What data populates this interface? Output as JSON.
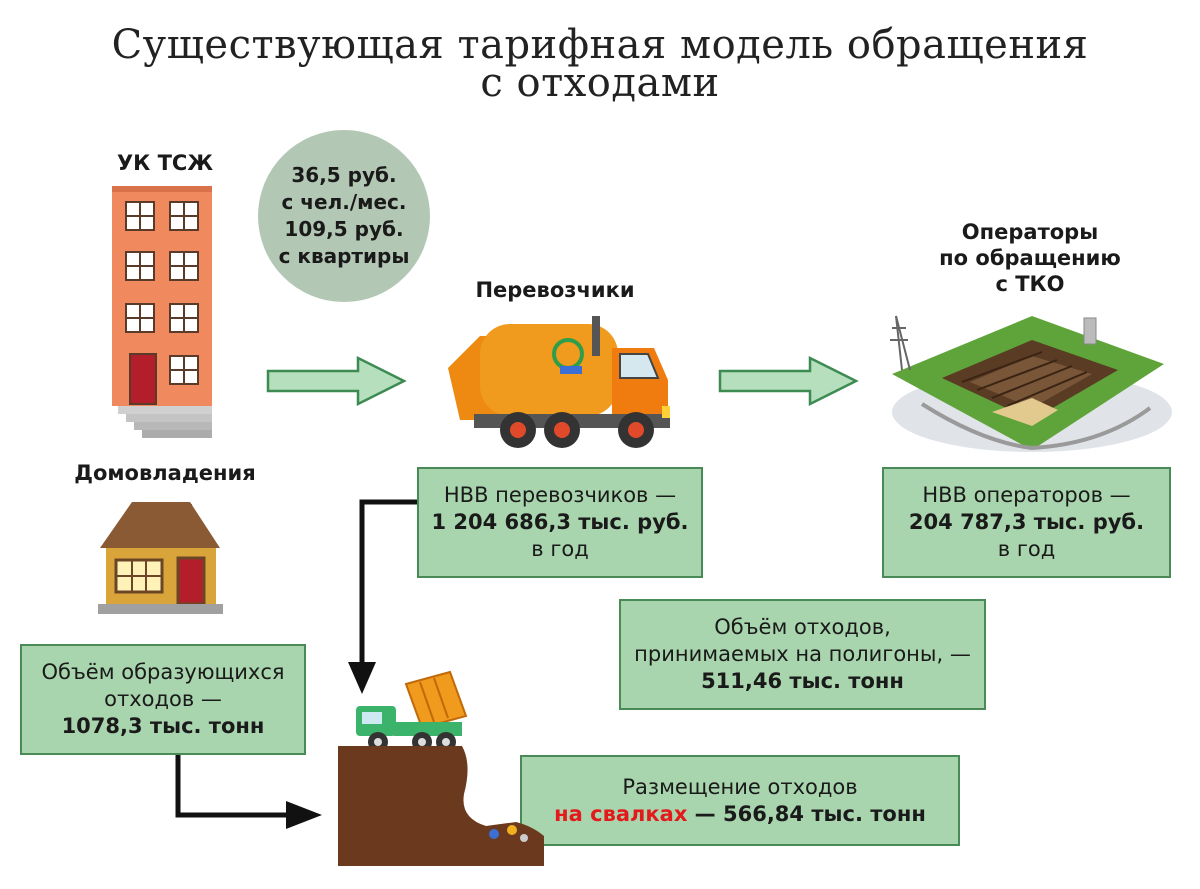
{
  "title": {
    "line1": "Существующая тарифная модель обращения",
    "line2": "с отходами"
  },
  "labels": {
    "uk_tszh": "УК ТСЖ",
    "households": "Домовладения",
    "carriers": "Перевозчики",
    "operators_l1": "Операторы",
    "operators_l2": "по обращению",
    "operators_l3": "с ТКО"
  },
  "tariff_circle": {
    "line1": "36,5 руб.",
    "line2": "с чел./мес.",
    "line3": "109,5 руб.",
    "line4": "с квартиры"
  },
  "carriers_box": {
    "line1": "НВВ перевозчиков —",
    "line2": "1 204 686,3 тыс. руб.",
    "line3": "в год"
  },
  "operators_box": {
    "line1": "НВВ операторов —",
    "line2": "204 787,3 тыс. руб.",
    "line3": "в год"
  },
  "landfill_box": {
    "line1": "Объём отходов,",
    "line2": "принимаемых на полигоны, —",
    "line3": "511,46 тыс. тонн"
  },
  "generated_box": {
    "line1": "Объём образующихся",
    "line2": "отходов —",
    "line3": "1078,3 тыс. тонн"
  },
  "dump_box": {
    "line1": "Размещение отходов",
    "line2_red": "на свалках",
    "line2_rest": " — 566,84 тыс. тонн"
  },
  "icons": {
    "apartment": "apartment-building-icon",
    "house": "house-icon",
    "garbage_truck": "garbage-truck-icon",
    "landfill": "landfill-facility-icon",
    "dump_truck": "dump-truck-icon",
    "dump_pit": "dump-pit-icon"
  },
  "colors": {
    "box_fill": "#a8d5ad",
    "box_border": "#4a8a57",
    "circle_fill": "#b3c7b5",
    "accent_red": "#e3191c"
  }
}
